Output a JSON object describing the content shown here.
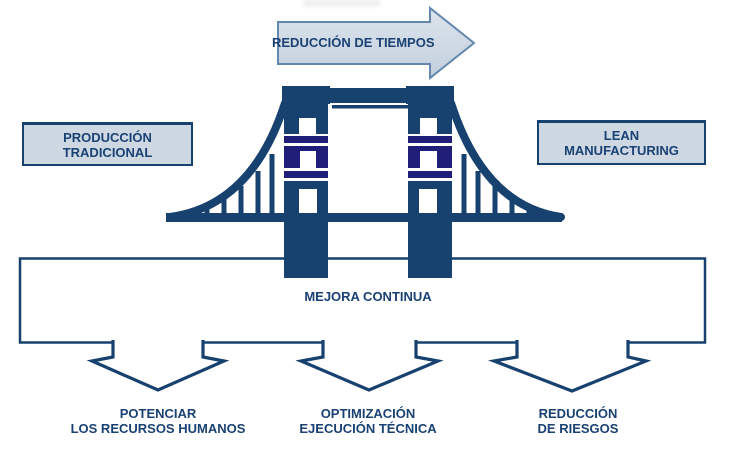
{
  "colors": {
    "navy": "#17416f",
    "purple": "#201e79",
    "box_fill": "#cdd8e3",
    "arrow_fill_light": "#dde5ed",
    "arrow_fill_dark": "#c2cfdd",
    "arrow_border": "#6288ad",
    "text": "#1a4173",
    "white": "#ffffff"
  },
  "top_arrow": {
    "label": "REDUCCIÓN DE TIEMPOS"
  },
  "left_box": {
    "line1": "PRODUCCIÓN",
    "line2": "TRADICIONAL"
  },
  "right_box": {
    "line1": "LEAN",
    "line2": "MANUFACTURING"
  },
  "band": {
    "label": "MEJORA CONTINUA"
  },
  "outcomes": [
    {
      "line1": "POTENCIAR",
      "line2": "LOS RECURSOS HUMANOS"
    },
    {
      "line1": "OPTIMIZACIÓN",
      "line2": "EJECUCIÓN TÉCNICA"
    },
    {
      "line1": "REDUCCIÓN",
      "line2": "DE RIESGOS"
    }
  ]
}
